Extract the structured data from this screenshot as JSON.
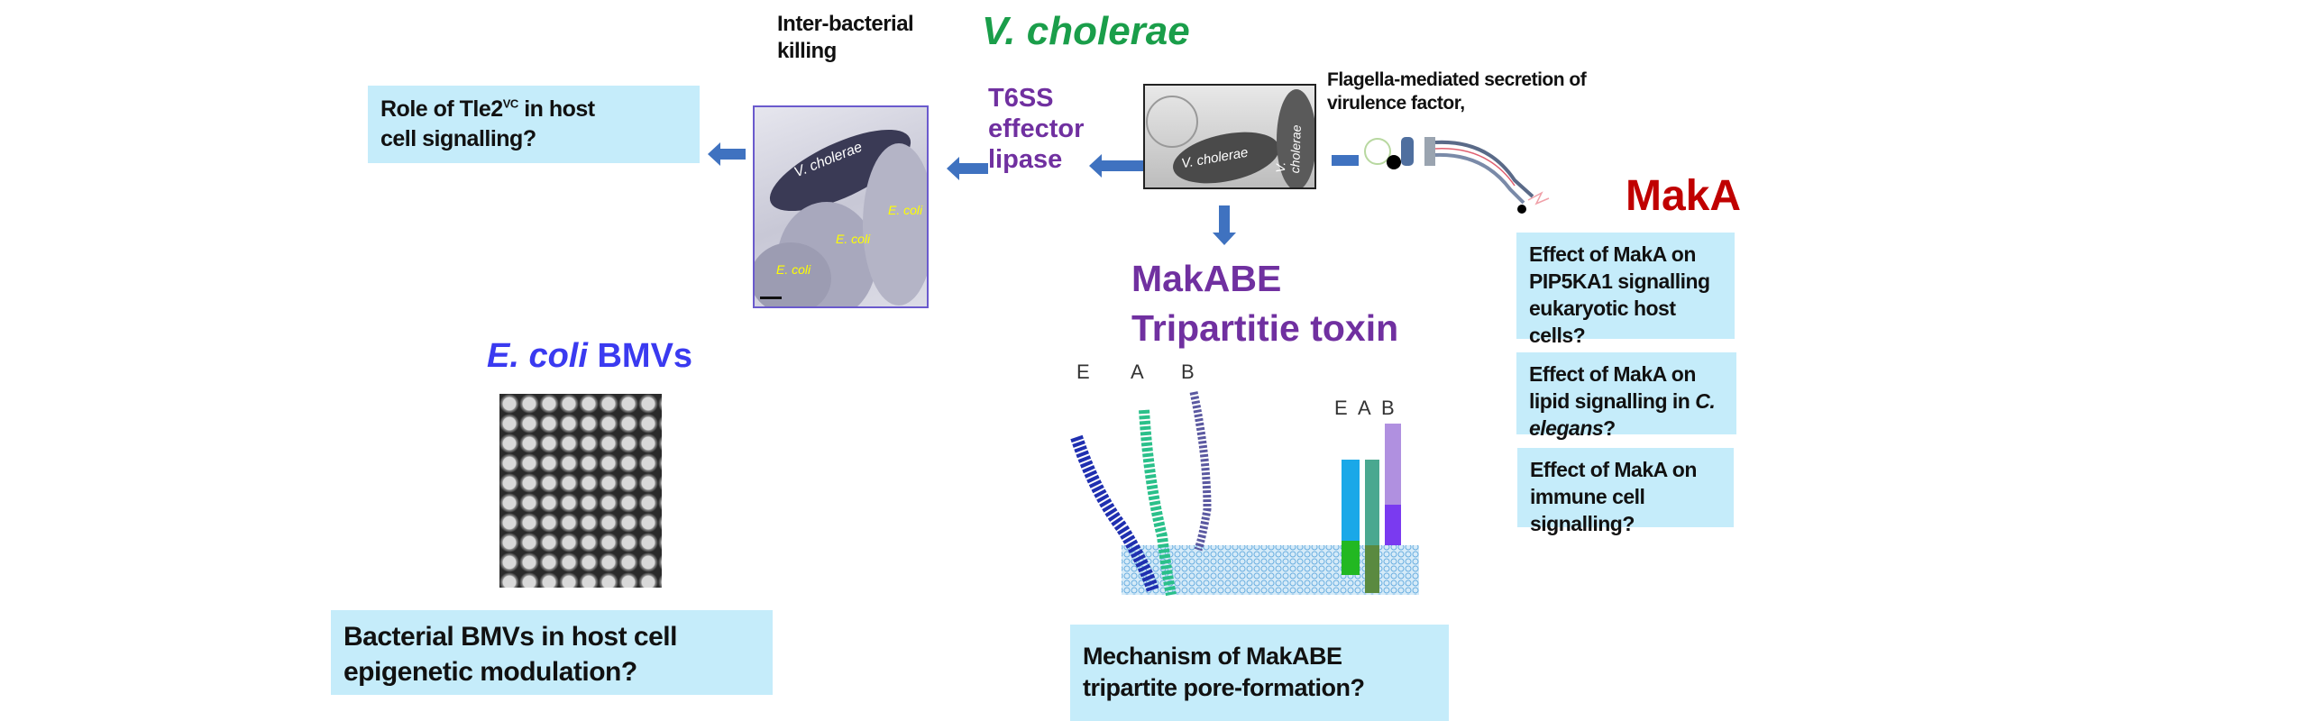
{
  "title": "V. cholerae",
  "inter_bacterial": {
    "line1": "Inter-bacterial",
    "line2": "killing"
  },
  "em_image_1": {
    "labels": [
      "V. cholerae",
      "E. coli",
      "E. coli",
      "E. coli"
    ]
  },
  "em_image_2": {
    "labels": [
      "V. cholerae",
      "V. cholerae"
    ]
  },
  "t6ss": {
    "line1": "T6SS",
    "line2": "effector",
    "line3": "lipase"
  },
  "tle2_box": {
    "pre": "Role of Tle2",
    "sup": "VC",
    "post": " in host",
    "line2": "cell signalling?"
  },
  "flagella": {
    "line1": "Flagella-mediated secretion of",
    "line2": "virulence factor,"
  },
  "maka": {
    "title": "MakA",
    "questions": [
      {
        "text": "Effect of MakA on PIP5KA1 signalling eukaryotic host cells?"
      },
      {
        "pre": "Effect of MakA on lipid signalling in ",
        "italic": "C. elegans",
        "post": "?"
      },
      {
        "text": "Effect of MakA on immune cell signalling?"
      }
    ]
  },
  "makabe": {
    "line1": "MakABE",
    "line2": "Tripartitie toxin",
    "structure_labels": [
      "E",
      "A",
      "B"
    ],
    "schematic_labels": [
      "E",
      "A",
      "B"
    ],
    "question": {
      "line1": "Mechanism of MakABE",
      "line2": "tripartite pore-formation?"
    }
  },
  "bmv": {
    "title_italic": "E. coli",
    "title_rest": " BMVs",
    "question": {
      "line1": "Bacterial BMVs in host cell",
      "line2": "epigenetic modulation?"
    }
  },
  "colors": {
    "green": "#1a9e4a",
    "purple": "#7030a0",
    "red": "#c00000",
    "blue": "#3a3af0",
    "box": "#c5ecfa",
    "arrow": "#3f72c0"
  }
}
